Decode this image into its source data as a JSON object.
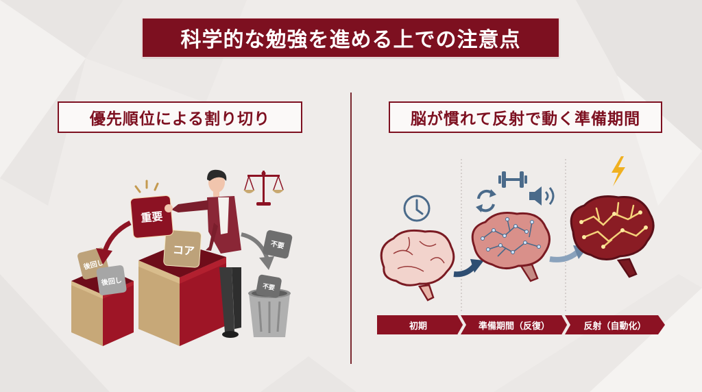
{
  "title": "科学的な勉強を進める上での注意点",
  "left_section": {
    "header": "優先順位による割り切り",
    "cards": {
      "important": "重要",
      "core": "コア",
      "postpone_1": "後回し",
      "postpone_2": "後回し",
      "unneeded_1": "不要",
      "unneeded_2": "不要"
    },
    "icons": [
      "scale-icon",
      "trash-can-icon",
      "person-figure"
    ]
  },
  "right_section": {
    "header": "脳が慣れて反射で動く準備期間",
    "stages": [
      {
        "label": "初期",
        "icon": "clock-icon",
        "brain_state": "plain"
      },
      {
        "label": "準備期間（反復）",
        "icon": "repeat-dumbbell-speaker-icons",
        "brain_state": "networked"
      },
      {
        "label": "反射（自動化）",
        "icon": "lightning-icon",
        "brain_state": "glowing"
      }
    ]
  },
  "colors": {
    "primary": "#7d1020",
    "background": "#efecea",
    "gold": "#b89a6a",
    "blue_gray": "#4a6a8a",
    "lightning": "#f0b020"
  }
}
